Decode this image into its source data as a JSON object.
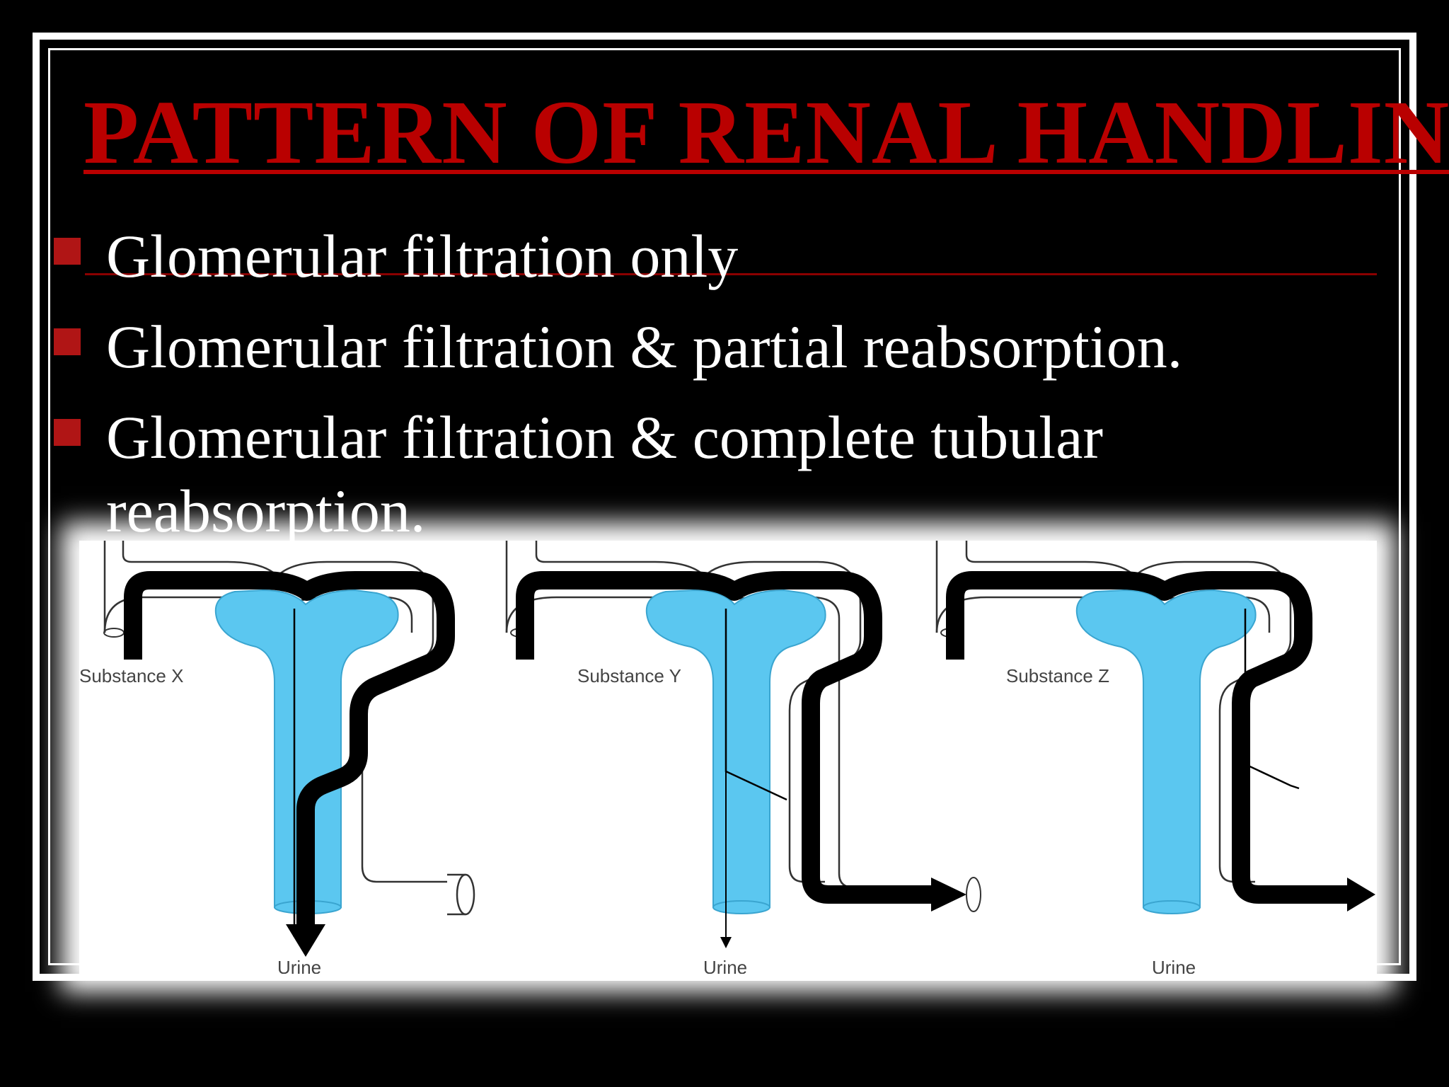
{
  "slide": {
    "title": "PATTERN OF RENAL HANDLING",
    "bullets": [
      "Glomerular filtration only",
      "Glomerular filtration & partial reabsorption.",
      "Glomerular filtration & complete tubular reabsorption."
    ],
    "colors": {
      "background": "#000000",
      "title": "#b90000",
      "bullet_marker": "#b01515",
      "tubule_fluid": "#5bc7f0"
    }
  },
  "diagram": {
    "panels": [
      {
        "substance": "Substance X",
        "output": "Urine"
      },
      {
        "substance": "Substance Y",
        "output": "Urine"
      },
      {
        "substance": "Substance Z",
        "output": "Urine"
      }
    ]
  }
}
